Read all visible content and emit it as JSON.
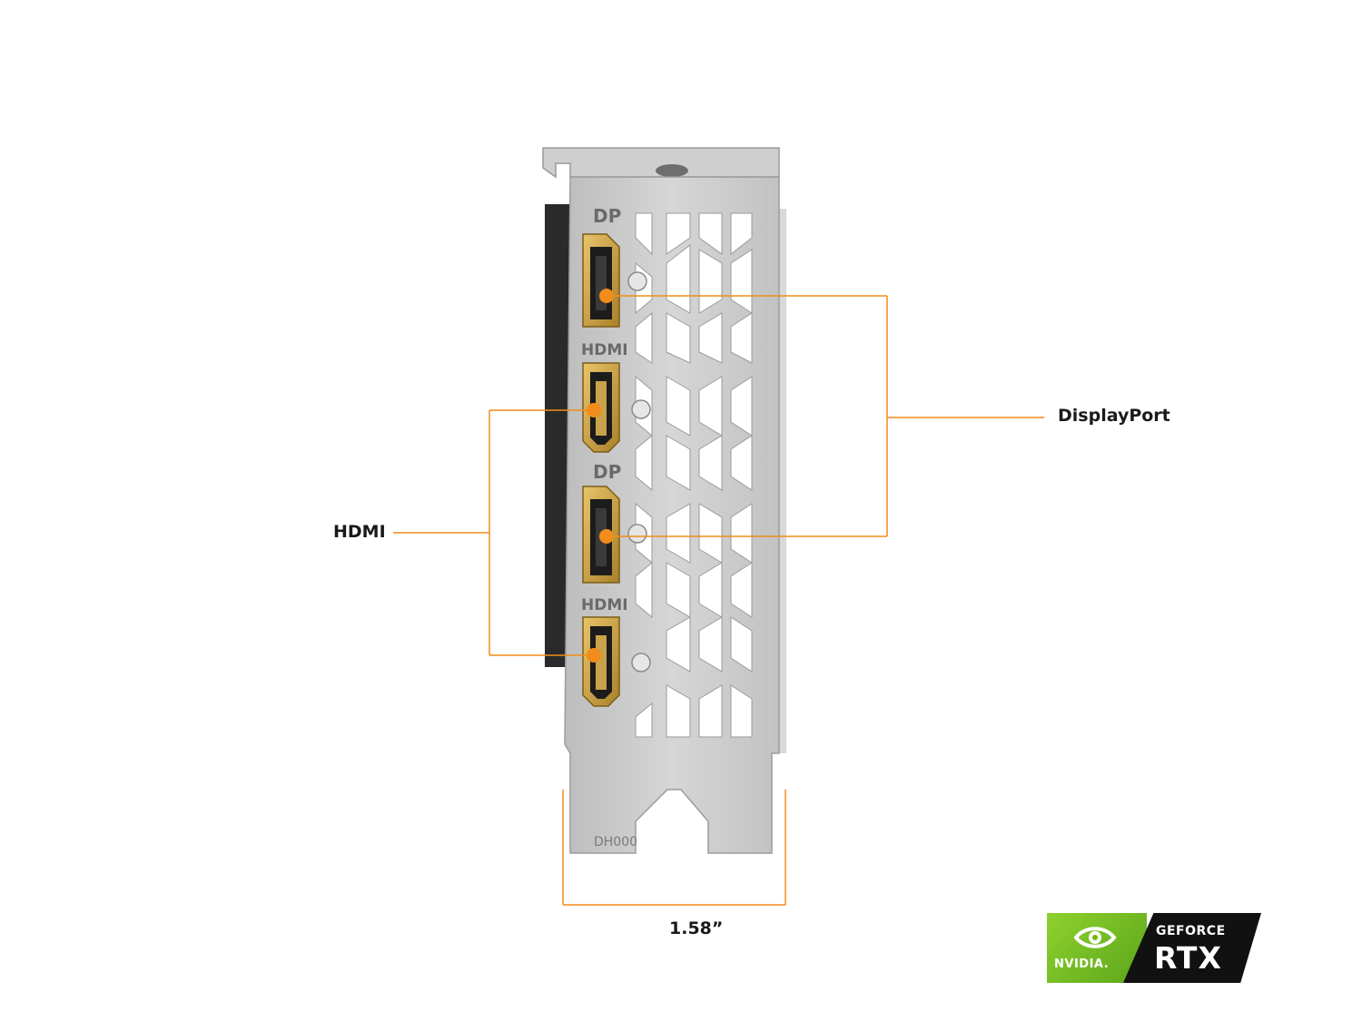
{
  "callouts": {
    "displayport_label": "DisplayPort",
    "hdmi_label": "HDMI",
    "width_label": "1.58”"
  },
  "bracket": {
    "port_labels": [
      "DP",
      "HDMI",
      "DP",
      "HDMI"
    ],
    "stamp": "DH000"
  },
  "badge": {
    "brand": "NVIDIA.",
    "line1": "GEFORCE",
    "line2": "RTX"
  },
  "colors": {
    "accent": "#f28c1a",
    "bracket": "#c9c9c9",
    "nvidia_green": "#76b900"
  },
  "icons": [
    "nvidia-eye-icon"
  ]
}
